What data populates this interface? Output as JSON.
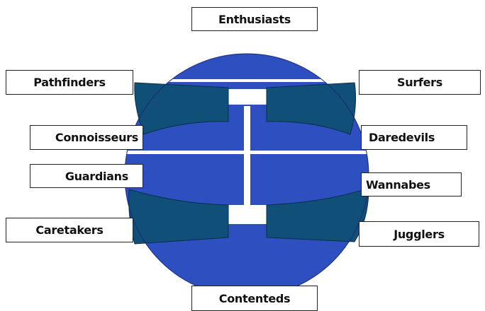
{
  "diagram": {
    "segments": [
      {
        "id": "enthusiasts",
        "label": "Enthusiasts"
      },
      {
        "id": "pathfinders",
        "label": "Pathfinders"
      },
      {
        "id": "surfers",
        "label": "Surfers"
      },
      {
        "id": "connoisseurs",
        "label": "Connoisseurs"
      },
      {
        "id": "daredevils",
        "label": "Daredevils"
      },
      {
        "id": "guardians",
        "label": "Guardians"
      },
      {
        "id": "wannabes",
        "label": "Wannabes"
      },
      {
        "id": "caretakers",
        "label": "Caretakers"
      },
      {
        "id": "jugglers",
        "label": "Jugglers"
      },
      {
        "id": "contenteds",
        "label": "Contenteds"
      }
    ],
    "colors": {
      "sphere_fill": "#2e4fc0",
      "sphere_stroke": "#1a2a78",
      "band_fill": "#0f4f78",
      "band_stroke": "#0a2f4a",
      "divider": "#ffffff"
    }
  }
}
